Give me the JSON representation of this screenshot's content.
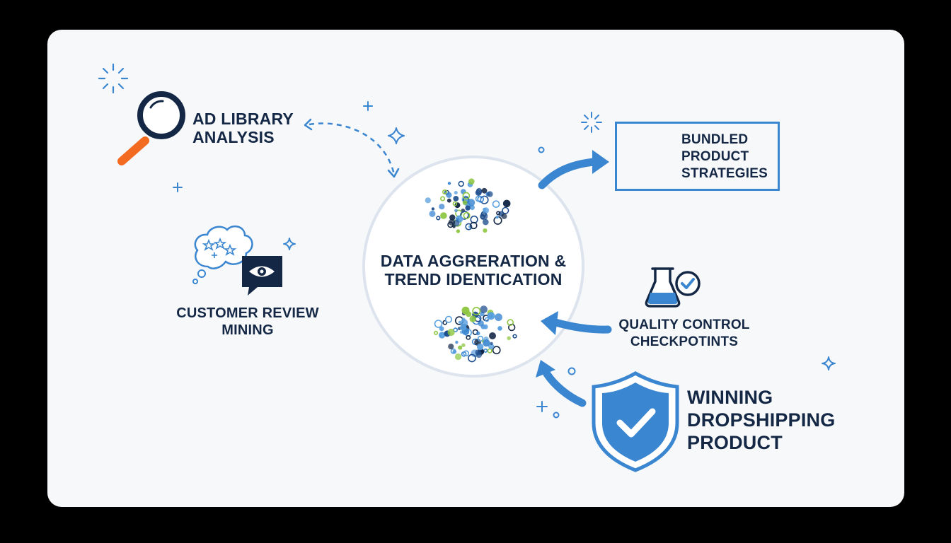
{
  "diagram": {
    "center": {
      "lines": [
        "DATA AGGRERATION &",
        "TREND IDENTICATION"
      ]
    },
    "inputs": [
      {
        "id": "ad-library",
        "lines": [
          "AD LIBRARY",
          "ANALYSIS"
        ],
        "icon": "magnifier-icon"
      },
      {
        "id": "customer-review",
        "lines": [
          "CUSTOMER REVIEW",
          "MINING"
        ],
        "icon": "thought-cloud-eye-icon"
      },
      {
        "id": "quality-control",
        "lines": [
          "QUALITY CONTROL",
          "CHECKPOTINTS"
        ],
        "icon": "flask-check-icon"
      }
    ],
    "outputs": [
      {
        "id": "bundled",
        "lines": [
          "BUNDLED",
          "PRODUCT",
          "STRATEGIES"
        ],
        "icon": "cart-box-icon"
      },
      {
        "id": "winning",
        "lines": [
          "WINNING",
          "DROPSHIPPING",
          "PRODUCT"
        ],
        "icon": "shield-check-icon"
      }
    ],
    "colors": {
      "navy": "#142846",
      "blue": "#3b86d1",
      "orange": "#f26b21",
      "green": "#8cc63f",
      "background": "#f7f8fa"
    }
  }
}
